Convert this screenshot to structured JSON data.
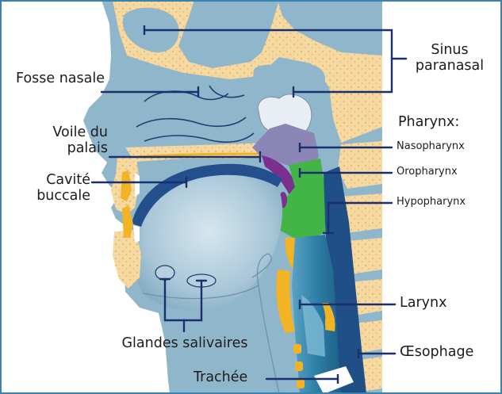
{
  "labels": {
    "fosse_nasale": "Fosse nasale",
    "voile_du_palais": "Voile du palais",
    "cavite_buccale": "Cavité buccale",
    "glandes_salivaires": "Glandes salivaires",
    "trachee": "Trachée",
    "sinus_paranasal": "Sinus paranasal",
    "pharynx": "Pharynx:",
    "nasopharynx": "Nasopharynx",
    "oropharynx": "Oropharynx",
    "hypopharynx": "Hypopharynx",
    "larynx": "Larynx",
    "oesophage": "Œsophage"
  },
  "colors": {
    "background": "#8fb6cb",
    "right_panel": "#ffffff",
    "bone": "#f5d9a0",
    "cartilage": "#f2b324",
    "nasopharynx": "#8b86b6",
    "oropharynx": "#43b446",
    "soft_palate": "#7b2f8e",
    "palate_arch": "#234f8c",
    "leader_line": "#1b2f6e",
    "frame": "#3a82b2"
  }
}
